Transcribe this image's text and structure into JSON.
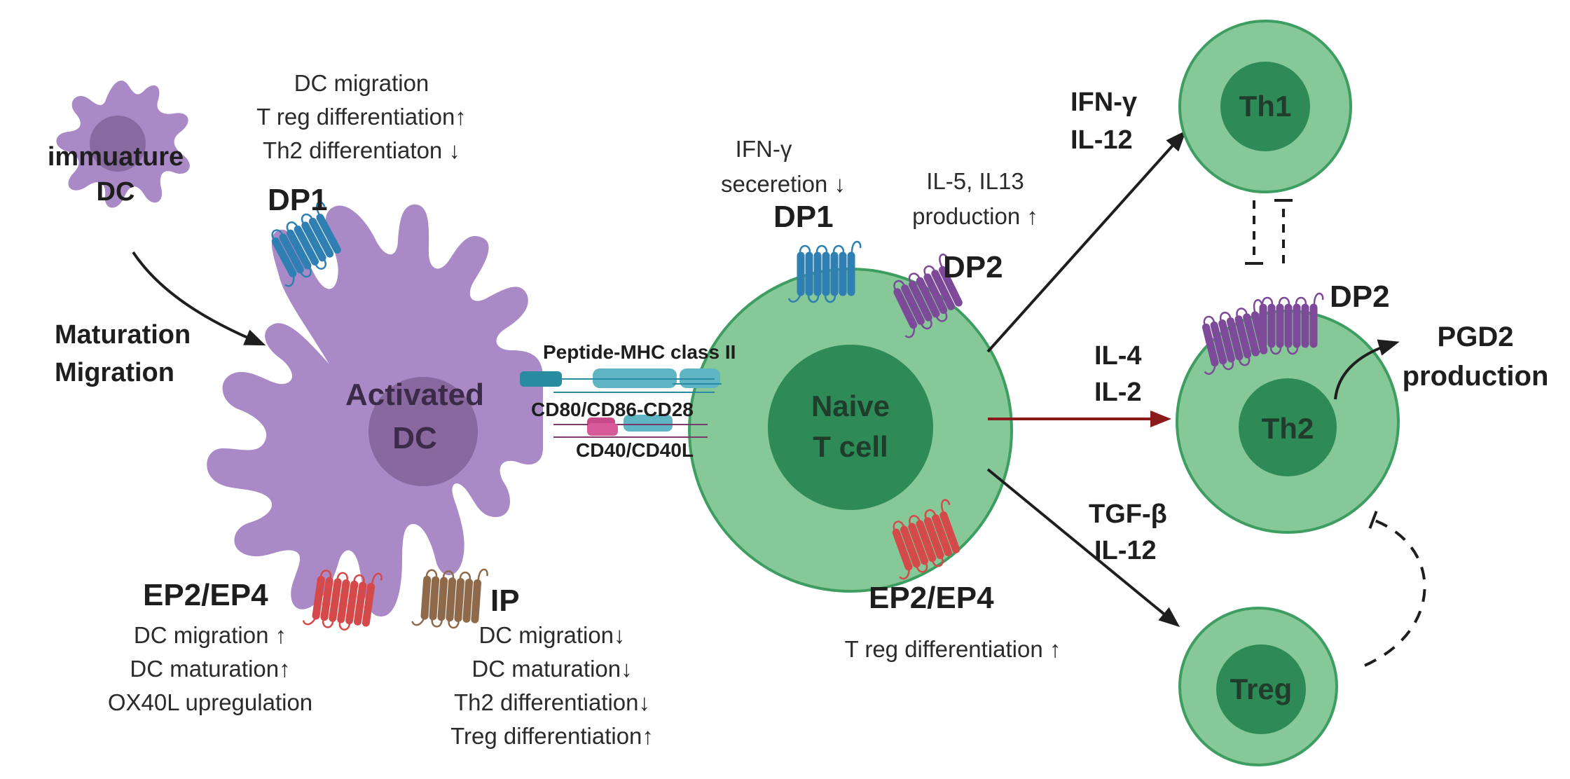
{
  "cells": {
    "immature_dc": [
      "immuature",
      "DC"
    ],
    "activated_dc": [
      "Activated",
      "DC"
    ],
    "naive_t": [
      "Naive",
      "T cell"
    ],
    "th1": "Th1",
    "th2": "Th2",
    "treg": "Treg"
  },
  "arrows": {
    "maturation": [
      "Maturation",
      "Migration"
    ],
    "th1_cytokines": [
      "IFN-γ",
      "IL-12"
    ],
    "th2_cytokines": [
      "IL-4",
      "IL-2"
    ],
    "treg_cytokines": [
      "TGF-β",
      "IL-12"
    ]
  },
  "receptors": {
    "dp1_dc": "DP1",
    "dp1_t": "DP1",
    "dp2_t": "DP2",
    "dp2_th2": "DP2",
    "ep2ep4_dc": "EP2/EP4",
    "ip_dc": "IP",
    "ep2ep4_t": "EP2/EP4"
  },
  "effects": {
    "dp1_dc": [
      "DC migration",
      "T reg differentiation↑",
      "Th2 differentiaton ↓"
    ],
    "dp1_t": [
      "IFN-γ",
      "seceretion ↓"
    ],
    "dp2_t": [
      "IL-5, IL13",
      "production ↑"
    ],
    "ep2ep4_dc": [
      "DC migration ↑",
      "DC maturation↑",
      "OX40L upregulation"
    ],
    "ip_dc": [
      "DC migration↓",
      "DC maturation↓",
      "Th2 differentiation↓",
      "Treg differentiation↑"
    ],
    "ep2ep4_t": "T reg differentiation ↑"
  },
  "synapse": {
    "mhc": "Peptide-MHC class II",
    "cd80": "CD80/CD86-CD28",
    "cd40": "CD40/CD40L"
  },
  "pgd2": [
    "PGD2",
    "production"
  ],
  "colors": {
    "dc_body": "#a98ac6",
    "dc_nucleus": "#7f5f93",
    "t_body": "#86c898",
    "t_nucleus": "#2e8a57",
    "dp1": "#2f7fb3",
    "dp2": "#7d4a99",
    "ep": "#d44a4a",
    "ip": "#8f6a4a",
    "red_arrow": "#8b1a1a"
  }
}
